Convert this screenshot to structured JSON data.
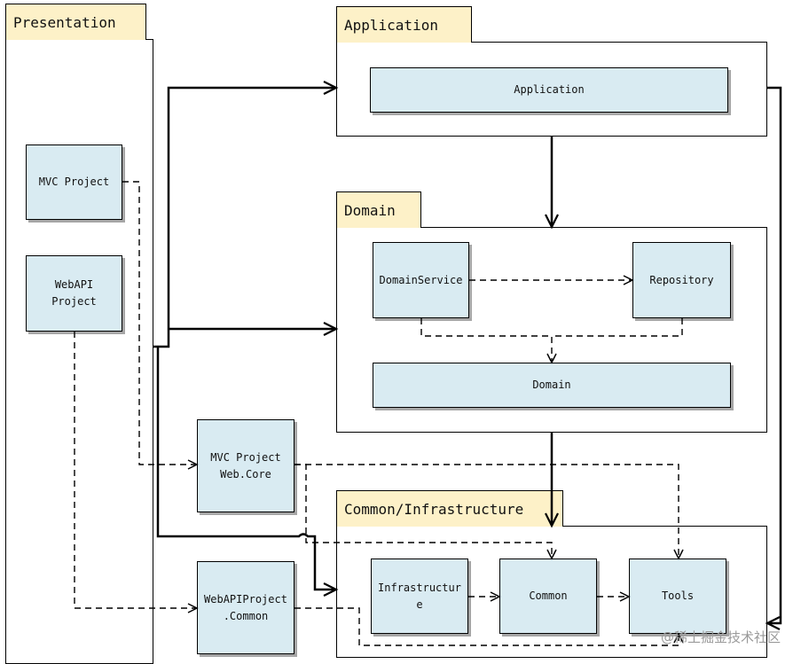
{
  "packages": {
    "presentation": "Presentation",
    "application": "Application",
    "domain": "Domain",
    "infrastructure": "Common/Infrastructure"
  },
  "nodes": {
    "mvc_project": "MVC Project",
    "webapi_project": "WebAPI\nProject",
    "mvc_web_core": "MVC Project\nWeb.Core",
    "webapi_common": "WebAPIProject\n.Common",
    "application": "Application",
    "domain_service": "DomainService",
    "repository": "Repository",
    "domain": "Domain",
    "infrastructure": "Infrastructur\ne",
    "common": "Common",
    "tools": "Tools"
  },
  "watermark": "@稀土掘金技术社区"
}
